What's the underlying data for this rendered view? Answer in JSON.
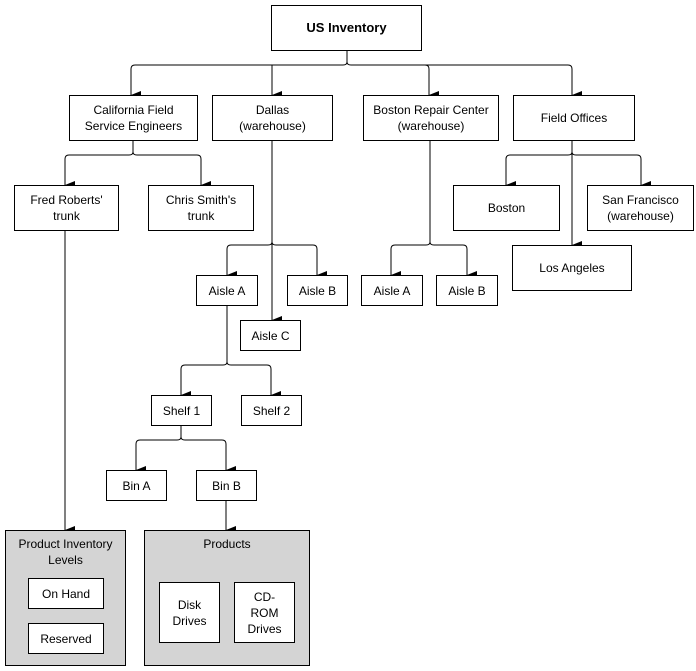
{
  "nodes": {
    "root": "US Inventory",
    "california": "California Field Service Engineers",
    "dallas": "Dallas (warehouse)",
    "boston_repair": "Boston Repair Center (warehouse)",
    "field_offices": "Field Offices",
    "fred": "Fred Roberts' trunk",
    "chris": "Chris Smith's trunk",
    "dallas_aisle_a": "Aisle A",
    "dallas_aisle_b": "Aisle B",
    "dallas_aisle_c": "Aisle C",
    "boston_aisle_a": "Aisle A",
    "boston_aisle_b": "Aisle B",
    "fo_boston": "Boston",
    "fo_san_francisco": "San Francisco (warehouse)",
    "fo_los_angeles": "Los Angeles",
    "shelf1": "Shelf 1",
    "shelf2": "Shelf 2",
    "bin_a": "Bin A",
    "bin_b": "Bin B",
    "product_inventory_levels": "Product Inventory Levels",
    "on_hand": "On Hand",
    "reserved": "Reserved",
    "products": "Products",
    "disk_drives": "Disk Drives",
    "cdrom_drives": "CD-ROM Drives"
  }
}
